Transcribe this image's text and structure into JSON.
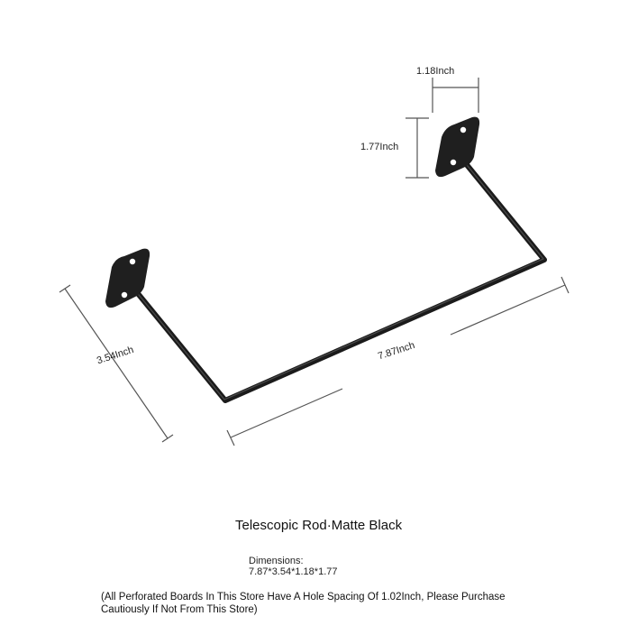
{
  "dimension_labels": {
    "top_width": "1.18Inch",
    "height": "1.77Inch",
    "depth": "3.54Inch",
    "length": "7.87Inch"
  },
  "product": {
    "title": "Telescopic Rod·Matte Black",
    "dimensions_label": "Dimensions:",
    "dimensions_value": "7.87*3.54*1.18*1.77",
    "note": "(All Perforated Boards In This Store Have A Hole Spacing Of 1.02Inch, Please Purchase Cautiously If Not From This Store)"
  },
  "colors": {
    "rod": "#1b1b1b",
    "dimension_line": "#555555",
    "background": "#ffffff"
  }
}
